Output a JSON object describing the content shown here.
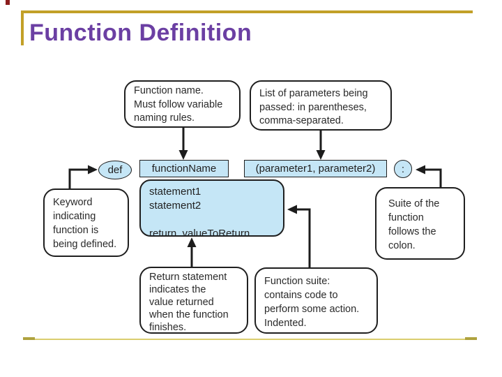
{
  "slide": {
    "title": "Function Definition",
    "colors": {
      "title_purple": "#6B3FA3",
      "frame_gold": "#C2A028",
      "bottom_gold_light": "#DACD6E",
      "bottom_gold_dark": "#AFA23E",
      "accent_maroon": "#8B1D1D",
      "code_light_blue": "#C5E6F6",
      "ink": "#1f1f1f"
    }
  },
  "diagram": {
    "callouts": {
      "function_name": "Function name.\nMust follow variable\nnaming rules.",
      "parameters": "List of parameters being\npassed: in parentheses,\ncomma-separated.",
      "keyword": "Keyword\nindicating\nfunction is\nbeing defined.",
      "suite_colon": "Suite of the\nfunction\nfollows the\ncolon.",
      "return_statement": "Return statement\nindicates the\nvalue returned\nwhen the function\nfinishes.",
      "function_suite": "Function suite:\ncontains code to\nperform some action.\nIndented."
    },
    "code": {
      "def_keyword": "def",
      "function_name": "functionName",
      "parameter_list": "(parameter1, parameter2)",
      "colon": ":",
      "suite_body": "statement1\nstatement2\n\nreturn  valueToReturn"
    }
  }
}
